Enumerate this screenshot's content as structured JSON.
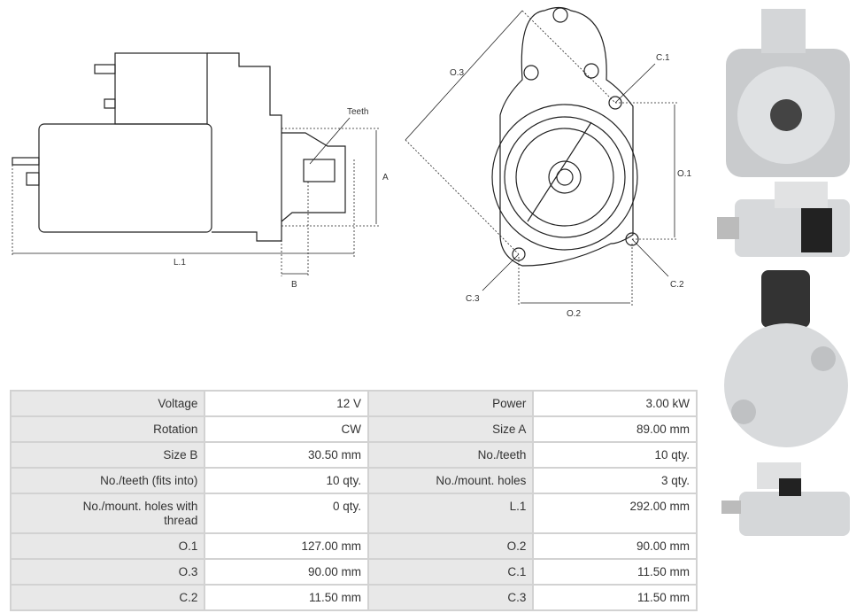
{
  "drawing_labels": {
    "teeth": "Teeth",
    "a": "A",
    "b": "B",
    "l1": "L.1",
    "o1": "O.1",
    "o2": "O.2",
    "o3": "O.3",
    "c1": "C.1",
    "c2": "C.2",
    "c3": "C.3"
  },
  "specs": [
    [
      {
        "k": "Voltage",
        "v": "12 V"
      },
      {
        "k": "Power",
        "v": "3.00 kW"
      }
    ],
    [
      {
        "k": "Rotation",
        "v": "CW"
      },
      {
        "k": "Size A",
        "v": "89.00 mm"
      }
    ],
    [
      {
        "k": "Size B",
        "v": "30.50 mm"
      },
      {
        "k": "No./teeth",
        "v": "10 qty."
      }
    ],
    [
      {
        "k": "No./teeth (fits into)",
        "v": "10 qty."
      },
      {
        "k": "No./mount. holes",
        "v": "3 qty."
      }
    ],
    [
      {
        "k": "No./mount. holes with thread",
        "v": "0 qty."
      },
      {
        "k": "L.1",
        "v": "292.00 mm"
      }
    ],
    [
      {
        "k": "O.1",
        "v": "127.00 mm"
      },
      {
        "k": "O.2",
        "v": "90.00 mm"
      }
    ],
    [
      {
        "k": "O.3",
        "v": "90.00 mm"
      },
      {
        "k": "C.1",
        "v": "11.50 mm"
      }
    ],
    [
      {
        "k": "C.2",
        "v": "11.50 mm"
      },
      {
        "k": "C.3",
        "v": "11.50 mm"
      }
    ]
  ]
}
